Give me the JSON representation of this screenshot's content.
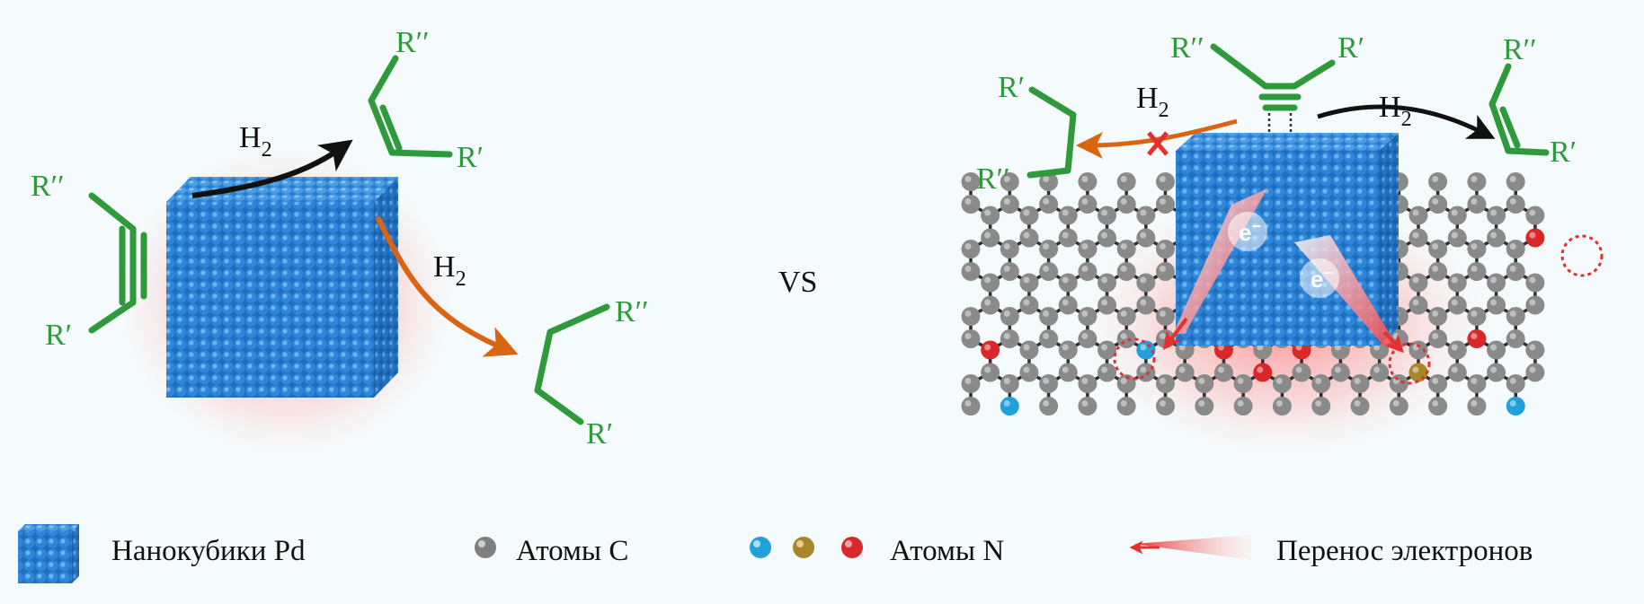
{
  "left_panel": {
    "reactant": {
      "r_top": "R′′",
      "r_bottom": "R′"
    },
    "top_path": {
      "reagent": "H",
      "reagent_sub": "2"
    },
    "top_product": {
      "r_top": "R′′",
      "r_bottom": "R′"
    },
    "side_path": {
      "reagent": "H",
      "reagent_sub": "2"
    },
    "side_product": {
      "r_top": "R′′",
      "r_bottom": "R′"
    }
  },
  "vs_label": "VS",
  "right_panel": {
    "reactant": {
      "r_left": "R′′",
      "r_right": "R′"
    },
    "blocked_path": {
      "reagent": "H",
      "reagent_sub": "2"
    },
    "blocked_product": {
      "r_top": "R′",
      "r_bottom": "R′′"
    },
    "right_path": {
      "reagent": "H",
      "reagent_sub": "2"
    },
    "right_product": {
      "r_top": "R′′",
      "r_bottom": "R′"
    },
    "electron_label": "e",
    "electron_charge": "−"
  },
  "legend": {
    "pd_label": "Нанокубики Pd",
    "c_label": "Атомы C",
    "n_label": "Атомы N",
    "transfer_label": "Перенос электронов"
  },
  "colors": {
    "cube": "#2f86d8",
    "bond_green": "#2e9a3c",
    "arrow_black": "#111111",
    "arrow_orange": "#d96412",
    "carbon": "#8a8a8a",
    "n_blue": "#22a0dc",
    "n_brown": "#a8862c",
    "n_red": "#d8282a",
    "glow_red": "#ff7a7a"
  },
  "icons": [
    "pd-nanocube-icon",
    "carbon-atom-icon",
    "nitrogen-atom-icon",
    "electron-transfer-arrow-icon"
  ]
}
